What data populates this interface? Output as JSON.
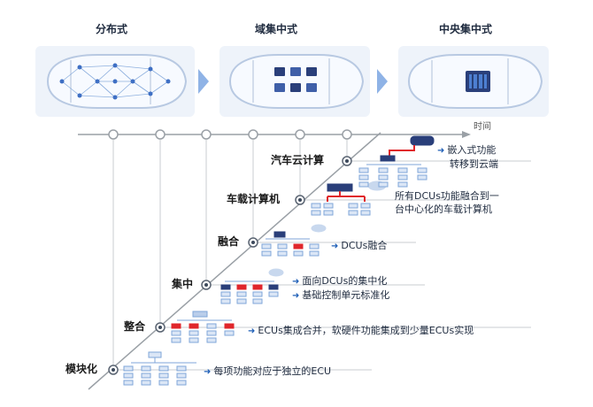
{
  "stages": [
    {
      "title": "分布式"
    },
    {
      "title": "域集中式"
    },
    {
      "title": "中央集中式"
    }
  ],
  "axis": {
    "label": "时间"
  },
  "steps": [
    {
      "label": "模块化",
      "desc": [
        "每项功能对应于独立的ECU"
      ]
    },
    {
      "label": "整合",
      "desc": [
        "ECUs集成合并，软硬件功能集成到少量ECUs实现"
      ]
    },
    {
      "label": "集中",
      "desc": [
        "面向DCUs的集中化",
        "基础控制单元标准化"
      ]
    },
    {
      "label": "融合",
      "desc": [
        "DCUs融合"
      ]
    },
    {
      "label": "车载计算机",
      "desc": [
        "所有DCUs功能融合到一",
        "台中心化的车载计算机"
      ]
    },
    {
      "label": "汽车云计算",
      "desc": [
        "嵌入式功能",
        "转移到云端"
      ]
    }
  ],
  "colors": {
    "accent": "#1f5fb7",
    "node": "#7fa6d8",
    "highlight_red": "#e0262b",
    "dark_block": "#2a3f7a",
    "axis": "#9aa0a6"
  },
  "icons": [
    "car-distributed-icon",
    "car-domain-icon",
    "car-central-icon",
    "network-tree-icon",
    "cloud-icon"
  ]
}
